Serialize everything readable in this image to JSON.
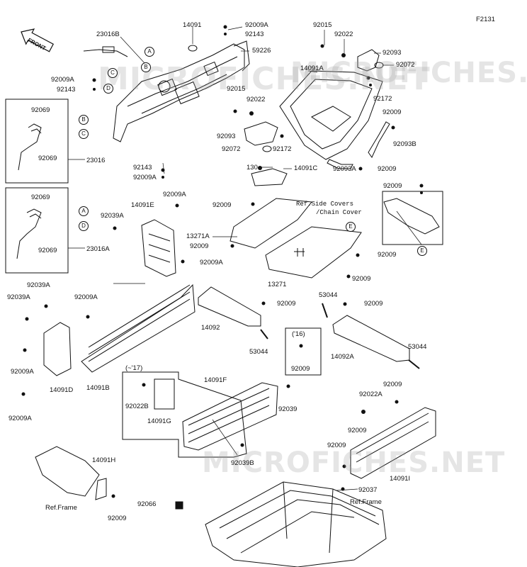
{
  "diagram_code": "F2131",
  "front_label": "FRONT",
  "watermark": "MICROFICHES.NET",
  "parts": {
    "p23016B": "23016B",
    "p14091": "14091",
    "p92009A_top": "92009A",
    "p92143_top": "92143",
    "p59226": "59226",
    "p92015_top": "92015",
    "p92022_top": "92022",
    "p92093_top": "92093",
    "p92072_top": "92072",
    "p14091A": "14091A",
    "p92172_top": "92172",
    "p92009A_l1": "92009A",
    "p92143_l1": "92143",
    "p92015_mid": "92015",
    "p92022_mid": "92022",
    "p92093_mid": "92093",
    "p92072_mid": "92072",
    "p92172_mid": "92172",
    "p92009_r1": "92009",
    "p92093B": "92093B",
    "p92009_r2": "92009",
    "p92093A": "92093A",
    "p92143_low": "92143",
    "p92009A_low": "92009A",
    "p92069_b1a": "92069",
    "p92069_b1b": "92069",
    "p23016": "23016",
    "p92069_b2a": "92069",
    "p92069_b2b": "92069",
    "p23016A": "23016A",
    "p130": "130",
    "p14091C": "14091C",
    "p92009_r3": "92009",
    "p92009_c1": "92009",
    "p13271A": "13271A",
    "p92009_c2": "92009",
    "p92009_c3": "92009",
    "p92009_c4": "92009",
    "p13271": "13271",
    "p92009A_e": "92009A",
    "p14091E": "14091E",
    "p92039A_e": "92039A",
    "p92009A_e2": "92009A",
    "p92039A_l": "92039A",
    "p92039A_l2": "92039A",
    "p92009A_l2": "92009A",
    "p92009A_l3": "92009A",
    "p14091D": "14091D",
    "p92009A_l4": "92009A",
    "p14091B": "14091B",
    "p92009_m1": "92009",
    "p14092": "14092",
    "p53044_m": "53044",
    "p53044_r": "53044",
    "p92009_r4": "92009",
    "p14092A": "14092A",
    "p53044_r2": "53044",
    "p92009_box": "92009",
    "p16_label": "('16)",
    "p17_label": "(~'17)",
    "p14091F": "14091F",
    "p92022B": "92022B",
    "p14091G": "14091G",
    "p92039": "92039",
    "p92039B": "92039B",
    "p92009_r5": "92009",
    "p92022A": "92022A",
    "p92009_r6": "92009",
    "p92009_r7": "92009",
    "p14091I": "14091I",
    "p92037": "92037",
    "p14091H": "14091H",
    "p92009_bl": "92009",
    "p92066": "92066"
  },
  "refs": {
    "side_covers": "Ref.Side Covers",
    "chain_cover": "/Chain Cover",
    "frame_left": "Ref.Frame",
    "frame_right": "Ref.Frame"
  },
  "callouts": {
    "A1": "A",
    "B1": "B",
    "C1": "C",
    "D1": "D",
    "B2": "B",
    "C2": "C",
    "A2": "A",
    "D2": "D",
    "E1": "E",
    "E2": "E"
  }
}
